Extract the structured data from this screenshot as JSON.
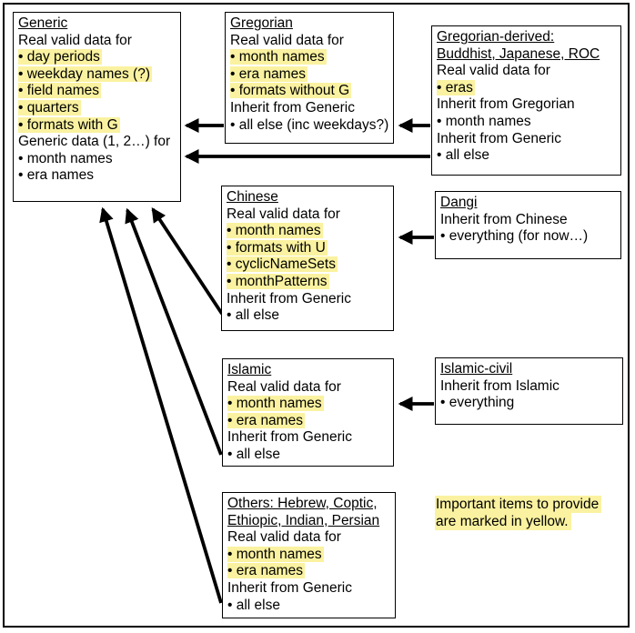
{
  "diagram": {
    "colors": {
      "highlight": "#faf2a0",
      "border": "#000000",
      "background": "#ffffff"
    },
    "boxes": {
      "generic": {
        "title_lines": [
          "Generic"
        ],
        "lines": [
          {
            "text": "Real valid data for",
            "hl": false
          },
          {
            "text": "• day periods",
            "hl": true
          },
          {
            "text": "• weekday names (?)",
            "hl": true
          },
          {
            "text": "• field names",
            "hl": true
          },
          {
            "text": "• quarters",
            "hl": true
          },
          {
            "text": "• formats with G",
            "hl": true
          },
          {
            "text": "Generic data (1, 2…) for",
            "hl": false
          },
          {
            "text": "• month names",
            "hl": false
          },
          {
            "text": "• era names",
            "hl": false
          }
        ]
      },
      "gregorian": {
        "title_lines": [
          "Gregorian"
        ],
        "lines": [
          {
            "text": "Real valid data for",
            "hl": false
          },
          {
            "text": "• month names",
            "hl": true
          },
          {
            "text": "• era names",
            "hl": true
          },
          {
            "text": "• formats without G",
            "hl": true
          },
          {
            "text": "Inherit from Generic",
            "hl": false
          },
          {
            "text": "• all else (inc weekdays?)",
            "hl": false
          }
        ]
      },
      "gregorian_derived": {
        "title_lines": [
          "Gregorian-derived:",
          "Buddhist, Japanese, ROC"
        ],
        "lines": [
          {
            "text": "Real valid data for",
            "hl": false
          },
          {
            "text": "• eras",
            "hl": true
          },
          {
            "text": "Inherit from Gregorian",
            "hl": false
          },
          {
            "text": "• month names",
            "hl": false
          },
          {
            "text": "Inherit from Generic",
            "hl": false
          },
          {
            "text": "• all else",
            "hl": false
          }
        ]
      },
      "chinese": {
        "title_lines": [
          "Chinese"
        ],
        "lines": [
          {
            "text": "Real valid data for",
            "hl": false
          },
          {
            "text": "• month names",
            "hl": true
          },
          {
            "text": "• formats with U",
            "hl": true
          },
          {
            "text": "• cyclicNameSets",
            "hl": true
          },
          {
            "text": "• monthPatterns",
            "hl": true
          },
          {
            "text": "Inherit from Generic",
            "hl": false
          },
          {
            "text": "• all else",
            "hl": false
          }
        ]
      },
      "dangi": {
        "title_lines": [
          "Dangi"
        ],
        "lines": [
          {
            "text": "Inherit from Chinese",
            "hl": false
          },
          {
            "text": "• everything (for now…)",
            "hl": false
          }
        ]
      },
      "islamic": {
        "title_lines": [
          "Islamic"
        ],
        "lines": [
          {
            "text": "Real valid data for",
            "hl": false
          },
          {
            "text": "• month names",
            "hl": true
          },
          {
            "text": "• era names",
            "hl": true
          },
          {
            "text": "Inherit from Generic",
            "hl": false
          },
          {
            "text": "• all else",
            "hl": false
          }
        ]
      },
      "islamic_civil": {
        "title_lines": [
          "Islamic-civil"
        ],
        "lines": [
          {
            "text": "Inherit from Islamic",
            "hl": false
          },
          {
            "text": "• everything",
            "hl": false
          }
        ]
      },
      "others": {
        "title_lines": [
          "Others: Hebrew, Coptic,",
          "Ethiopic, Indian, Persian"
        ],
        "lines": [
          {
            "text": "Real valid data for",
            "hl": false
          },
          {
            "text": "• month names",
            "hl": true
          },
          {
            "text": "• era names",
            "hl": true
          },
          {
            "text": "Inherit from Generic",
            "hl": false
          },
          {
            "text": "• all else",
            "hl": false
          }
        ]
      }
    },
    "note_lines": [
      "Important items to provide",
      "are marked in yellow."
    ],
    "arrows": [
      {
        "from": "gregorian",
        "to": "generic"
      },
      {
        "from": "gregorian_derived",
        "to": "gregorian"
      },
      {
        "from": "gregorian_derived",
        "to": "generic"
      },
      {
        "from": "dangi",
        "to": "chinese"
      },
      {
        "from": "islamic_civil",
        "to": "islamic"
      },
      {
        "from": "chinese",
        "to": "generic"
      },
      {
        "from": "islamic",
        "to": "generic"
      },
      {
        "from": "others",
        "to": "generic"
      }
    ]
  }
}
